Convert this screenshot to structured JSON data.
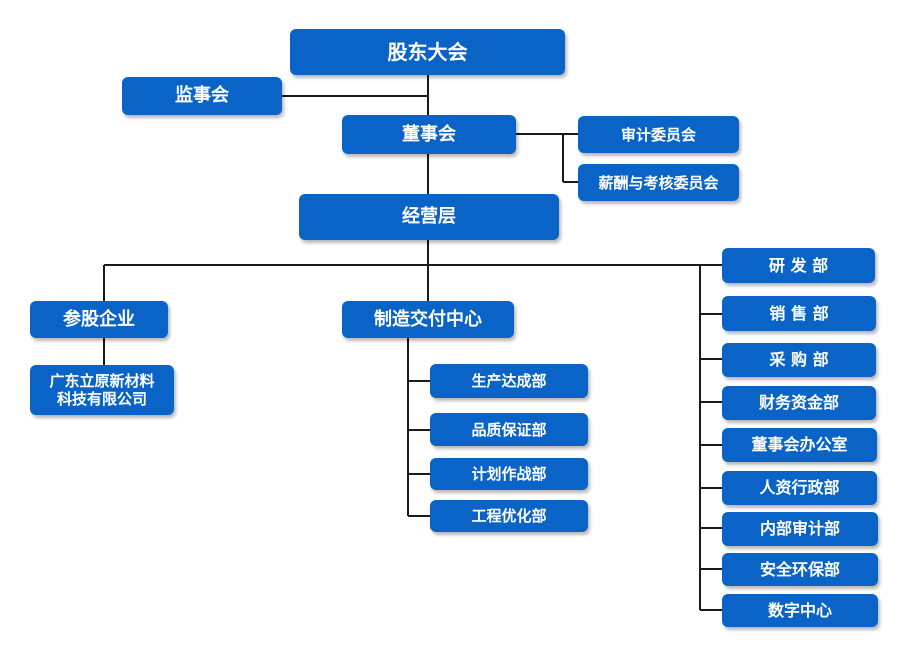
{
  "org": {
    "shareholders_meeting": "股东大会",
    "supervisory_board": "监事会",
    "board_of_directors": "董事会",
    "committees": [
      "审计委员会",
      "薪酬与考核委员会"
    ],
    "management": "经营层",
    "equity_investments": {
      "label": "参股企业",
      "company": "广东立原新材料\n科技有限公司"
    },
    "manufacturing_center": {
      "label": "制造交付中心",
      "departments": [
        "生产达成部",
        "品质保证部",
        "计划作战部",
        "工程优化部"
      ]
    },
    "departments": [
      "研 发 部",
      "销 售 部",
      "采 购 部",
      "财务资金部",
      "董事会办公室",
      "人资行政部",
      "内部审计部",
      "安全环保部",
      "数字中心"
    ]
  },
  "colors": {
    "box_fill": "#0a64c8",
    "box_text": "#ffffff",
    "connector": "#1a1a1a"
  }
}
